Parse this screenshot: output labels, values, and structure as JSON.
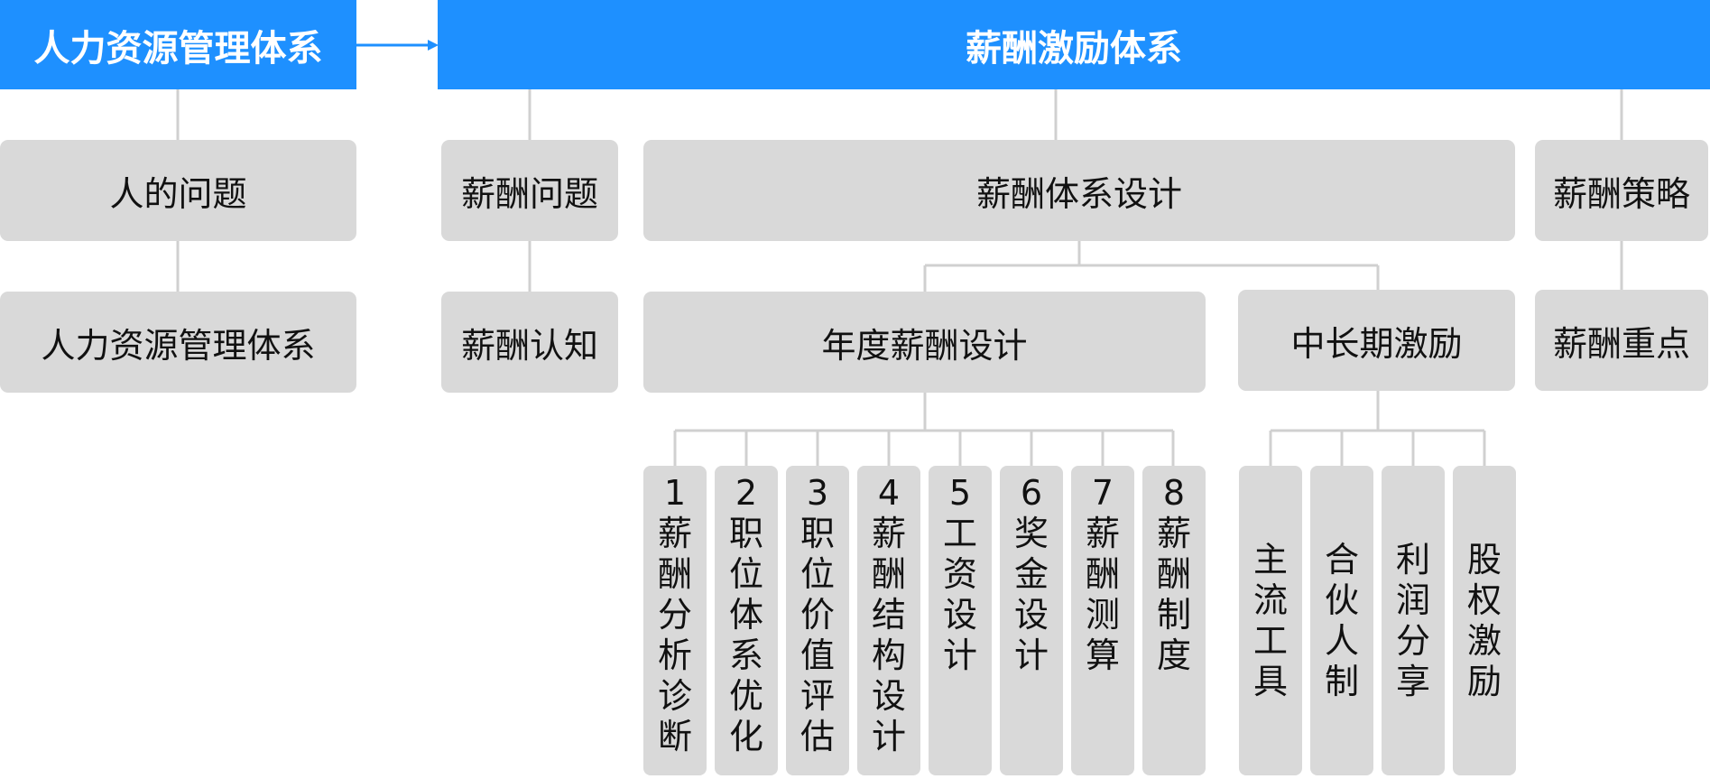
{
  "colors": {
    "header": "#1e90ff",
    "box": "#d9d9d9",
    "line": "#d0d0d0",
    "arrow": "#1e90ff"
  },
  "left_header": "人力资源管理体系",
  "main_header": "薪酬激励体系",
  "left_column": [
    "人的问题",
    "人力资源管理体系"
  ],
  "problem_column": [
    "薪酬问题",
    "薪酬认知"
  ],
  "design": {
    "title": "薪酬体系设计",
    "annual": "年度薪酬设计",
    "longterm": "中长期激励"
  },
  "strategy_column": [
    "薪酬策略",
    "薪酬重点"
  ],
  "annual_items": [
    {
      "num": "1",
      "text": "薪酬分析诊断"
    },
    {
      "num": "2",
      "text": "职位体系优化"
    },
    {
      "num": "3",
      "text": "职位价值评估"
    },
    {
      "num": "4",
      "text": "薪酬结构设计"
    },
    {
      "num": "5",
      "text": "工资设计"
    },
    {
      "num": "6",
      "text": "奖金设计"
    },
    {
      "num": "7",
      "text": "薪酬测算"
    },
    {
      "num": "8",
      "text": "薪酬制度"
    }
  ],
  "longterm_items": [
    "主流工具",
    "合伙人制",
    "利润分享",
    "股权激励"
  ]
}
